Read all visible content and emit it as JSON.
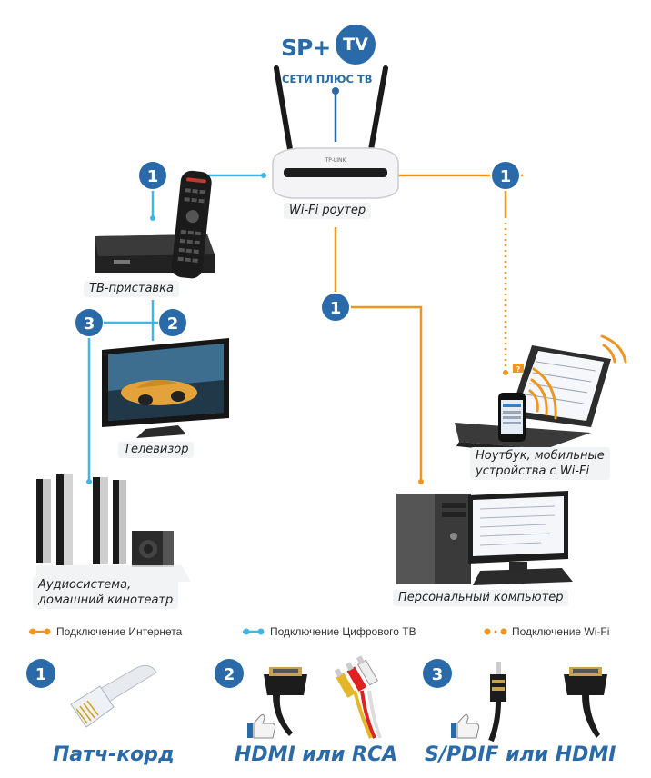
{
  "logo": {
    "sp": "SP+",
    "tv": "TV",
    "subtitle": "СЕТИ ПЛЮС ТВ"
  },
  "devices": {
    "router": "Wi-Fi роутер",
    "tv_box": "ТВ-приставка",
    "tv": "Телевизор",
    "audio_line1": "Аудиосистема,",
    "audio_line2": "домашний кинотеатр",
    "laptop_line1": "Ноутбук, мобильные",
    "laptop_line2": "устройства с Wi-Fi",
    "pc": "Персональный компьютер"
  },
  "badges": {
    "b1": "1",
    "b2": "2",
    "b3": "3"
  },
  "legend": {
    "internet": "Подключение Интернета",
    "digital_tv": "Подключение Цифрового ТВ",
    "wifi": "Подключение Wi-Fi"
  },
  "captions": {
    "c1": "Патч-корд",
    "c2": "HDMI или RCA",
    "c3": "S/PDIF или HDMI"
  },
  "colors": {
    "internet": "#f0961e",
    "digital_tv": "#3fb6e3",
    "badge": "#2a6aa8"
  }
}
